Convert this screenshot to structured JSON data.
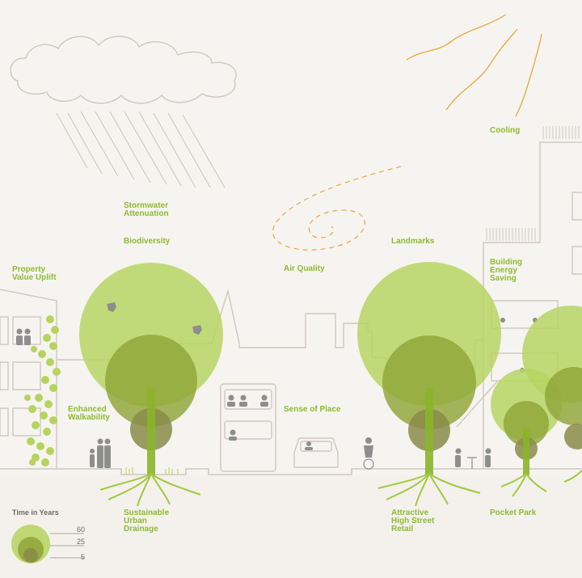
{
  "labels": {
    "cooling": "Cooling",
    "stormwater": "Stormwater\nAttenuation",
    "biodiversity": "Biodiversity",
    "landmarks": "Landmarks",
    "property": "Property\nValue Uplift",
    "air_quality": "Air Quality",
    "building_energy": "Building\nEnergy\nSaving",
    "walkability": "Enhanced\nWalkability",
    "sense_of_place": "Sense of Place",
    "drainage": "Sustainable\nUrban\nDrainage",
    "retail": "Attractive\nHigh Street\nRetail",
    "pocket_park": "Pocket Park"
  },
  "legend": {
    "title": "Time in Years",
    "values": [
      "60",
      "25",
      "5"
    ]
  },
  "colors": {
    "background": "#f6f4f0",
    "label_green": "#8dbb2f",
    "canopy_large": "#b5d45e",
    "canopy_mid": "#8fa537",
    "canopy_small": "#8a8b4a",
    "line": "#cfc7bf",
    "sun_rays": "#eda53a",
    "people": "#8e8e8e"
  }
}
